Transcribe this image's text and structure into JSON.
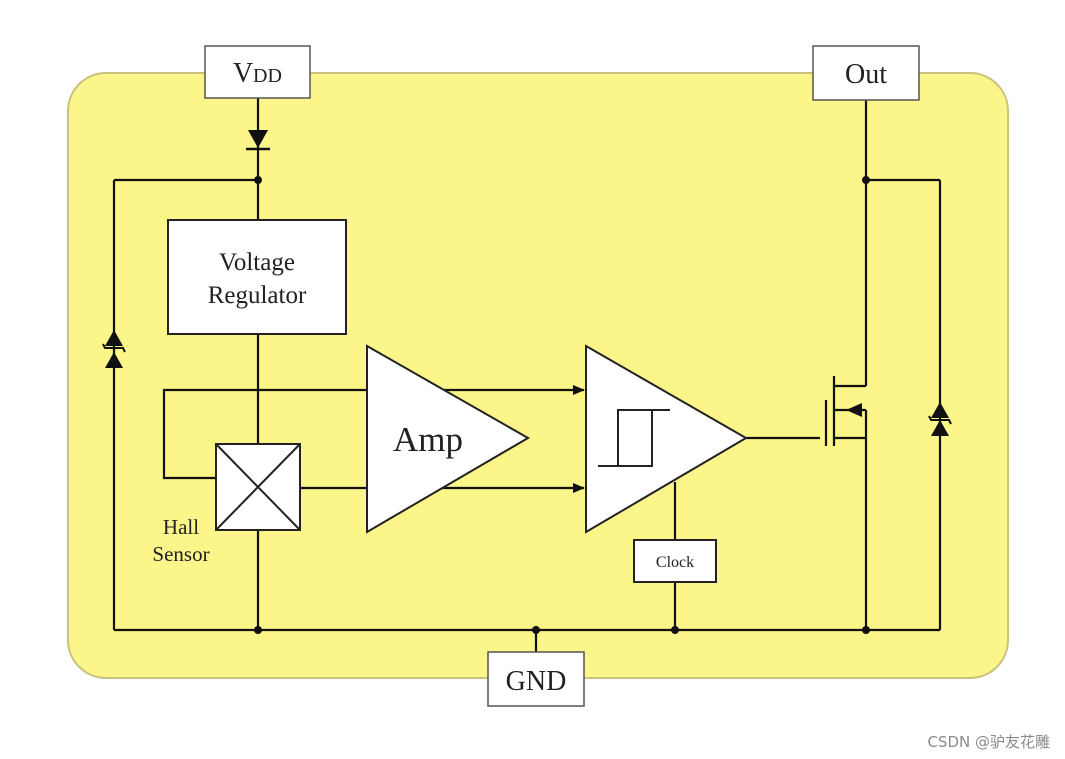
{
  "pins": {
    "vdd_main": "V",
    "vdd_sub": "DD",
    "out": "Out",
    "gnd": "GND"
  },
  "blocks": {
    "regulator_line1": "Voltage",
    "regulator_line2": "Regulator",
    "amp": "Amp",
    "clock": "Clock",
    "hall_line1": "Hall",
    "hall_line2": "Sensor"
  },
  "watermark": "CSDN @驴友花雕",
  "colors": {
    "package_fill": "#fbf58a",
    "package_stroke": "#b9b36a",
    "wire": "#111111",
    "box_fill": "#ffffff"
  }
}
